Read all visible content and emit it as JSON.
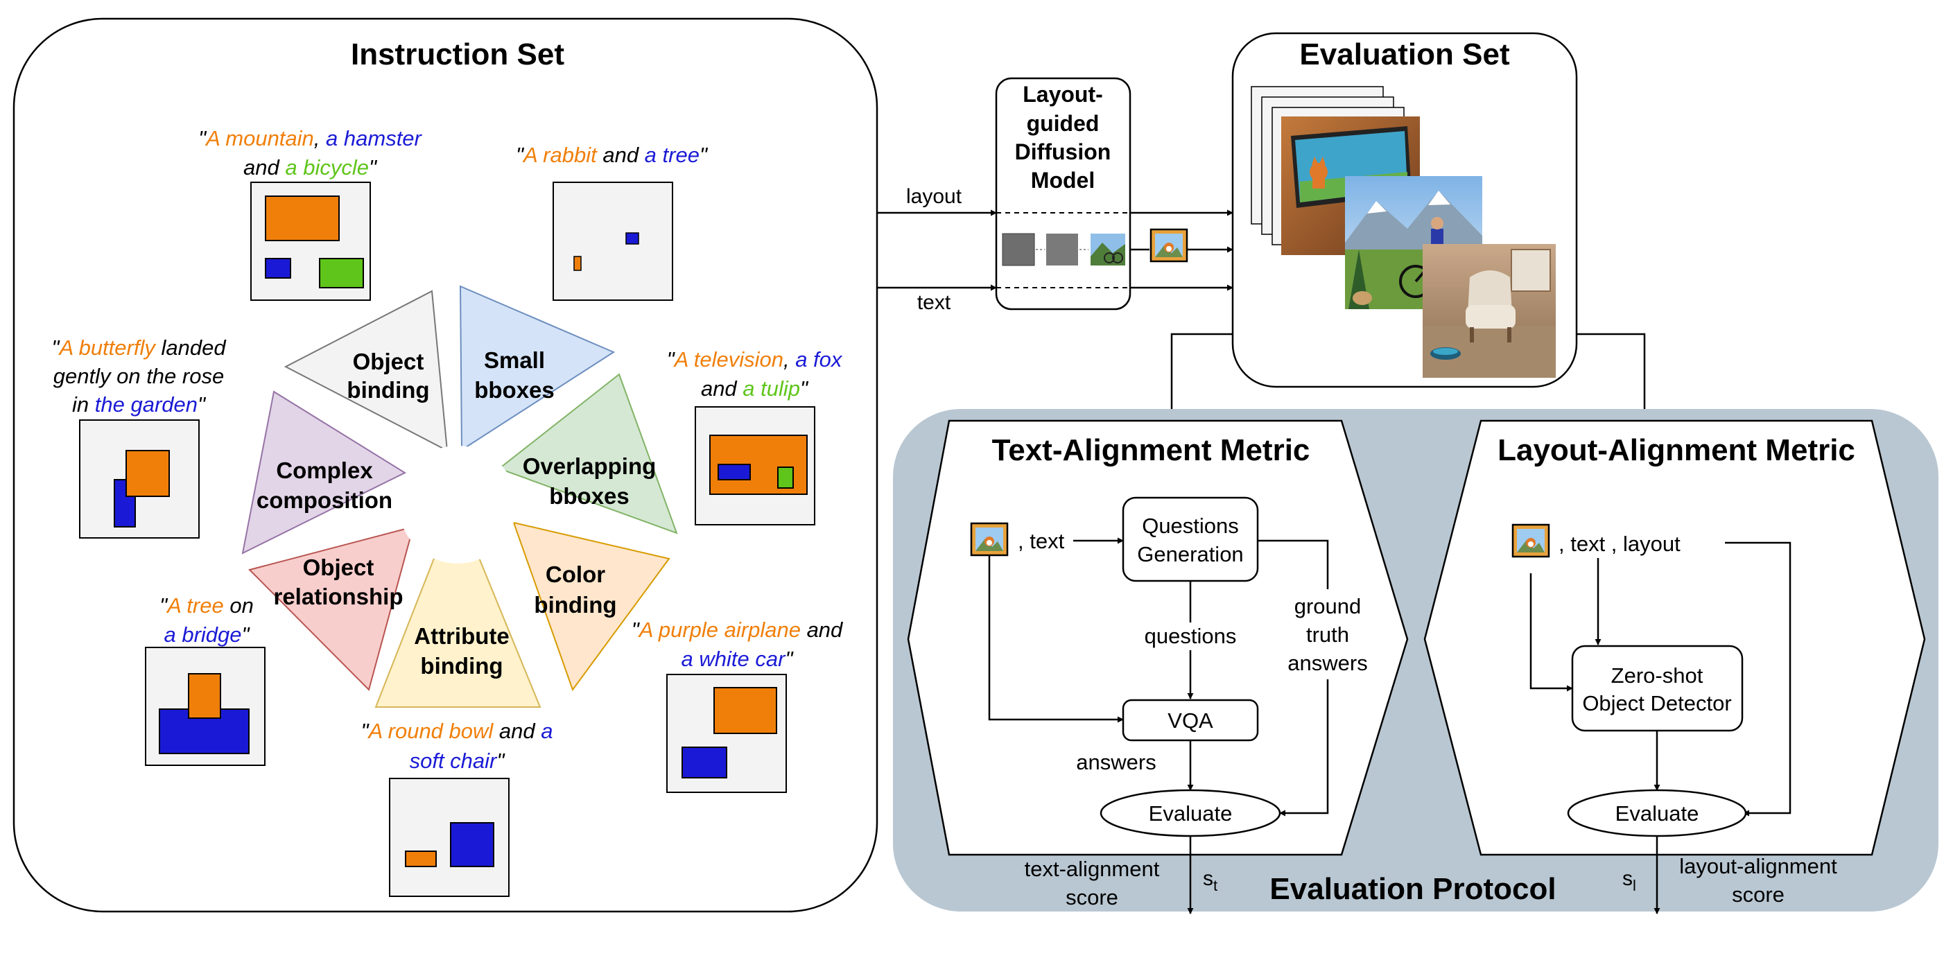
{
  "colors": {
    "orange": "#f07f0a",
    "blue": "#1a1ad6",
    "green": "#5fc51a",
    "protocol_bg": "#b9c7d2",
    "sample_bg": "#f3f3f3"
  },
  "instruction_set": {
    "title": "Instruction Set",
    "categories": [
      {
        "line1": "Object",
        "line2": "binding",
        "fill": "#f3f3f3",
        "stroke": "#777777"
      },
      {
        "line1": "Small",
        "line2": "bboxes",
        "fill": "#d4e3f7",
        "stroke": "#6c8ebf"
      },
      {
        "line1": "Overlapping",
        "line2": "bboxes",
        "fill": "#d5e8d4",
        "stroke": "#82b366"
      },
      {
        "line1": "Color",
        "line2": "binding",
        "fill": "#ffe6cc",
        "stroke": "#d79b00"
      },
      {
        "line1": "Attribute",
        "line2": "binding",
        "fill": "#fff2cc",
        "stroke": "#d6b656"
      },
      {
        "line1": "Object",
        "line2": "relationship",
        "fill": "#f8cecc",
        "stroke": "#b85450"
      },
      {
        "line1": "Complex",
        "line2": "composition",
        "fill": "#e1d5e7",
        "stroke": "#9673a6"
      }
    ],
    "samples": {
      "object_binding": {
        "line1": [
          "\"",
          "A mountain",
          ", ",
          "a hamster"
        ],
        "line2": [
          "and ",
          "a bicycle",
          "\""
        ]
      },
      "small_bboxes": {
        "line1": [
          "\"",
          "A rabbit",
          " and ",
          "a tree",
          "\""
        ]
      },
      "overlapping": {
        "line1": [
          "\"",
          "A television",
          ", ",
          "a fox"
        ],
        "line2": [
          "and ",
          "a tulip",
          "\""
        ]
      },
      "color_binding": {
        "line1": [
          "\"",
          "A purple airplane",
          " and"
        ],
        "line2": [
          "a white car",
          "\""
        ]
      },
      "attribute_binding": {
        "line1": [
          "\"",
          "A round bowl",
          " and ",
          "a"
        ],
        "line2": [
          "soft chair",
          "\""
        ]
      },
      "object_relationship": {
        "line1": [
          "\"",
          "A tree",
          " on"
        ],
        "line2": [
          "a bridge",
          "\""
        ]
      },
      "complex_composition": {
        "line1": [
          "\"",
          "A butterfly",
          "  landed"
        ],
        "line2": [
          "gently on the rose"
        ],
        "line3": [
          "in ",
          "the garden",
          "\""
        ]
      }
    }
  },
  "model": {
    "line1": "Layout-",
    "line2": "guided",
    "line3": "Diffusion",
    "line4": "Model",
    "layout_label": "layout",
    "text_label": "text"
  },
  "evaluation_set": {
    "title": "Evaluation Set"
  },
  "protocol": {
    "title": "Evaluation Protocol",
    "text_metric": {
      "title": "Text-Alignment Metric",
      "input_text": ", text",
      "qg_line1": "Questions",
      "qg_line2": "Generation",
      "questions": "questions",
      "gt_line1": "ground",
      "gt_line2": "truth",
      "gt_line3": "answers",
      "vqa": "VQA",
      "answers": "answers",
      "evaluate": "Evaluate",
      "score_line1": "text-alignment",
      "score_line2": "score",
      "score_symbol": "s",
      "score_sub": "t"
    },
    "layout_metric": {
      "title": "Layout-Alignment Metric",
      "input_text": ", text ,  layout",
      "det_line1": "Zero-shot",
      "det_line2": "Object Detector",
      "evaluate": "Evaluate",
      "score_line1": "layout-alignment",
      "score_line2": "score",
      "score_symbol": "s",
      "score_sub": "l"
    }
  }
}
